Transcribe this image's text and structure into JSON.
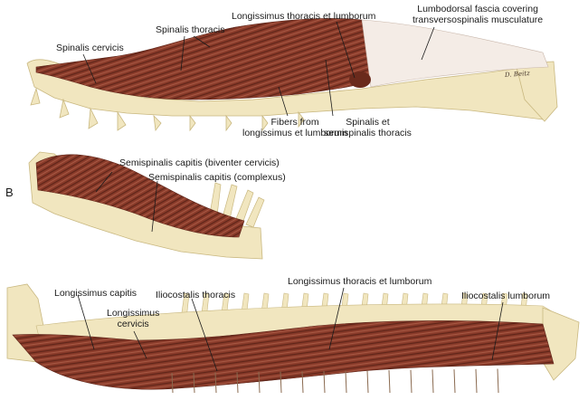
{
  "colors": {
    "muscle": "#8a3b2a",
    "muscle_dark": "#5e2418",
    "muscle_light": "#b0604a",
    "bone": "#f1e6bf",
    "bone_shade": "#d2c28e",
    "fascia": "#f4ece6",
    "leader": "#1a1a1a"
  },
  "panel_top": {
    "labels": {
      "spinalis_cervicis": "Spinalis cervicis",
      "spinalis_thoracis": "Spinalis thoracis",
      "longissimus_thoracis_lumborum": "Longissimus thoracis et lumborum",
      "lumbodorsal_fascia": [
        "Lumbodorsal fascia covering",
        "transversospinalis musculature"
      ],
      "fibers_from": [
        "Fibers from",
        "longissimus et lumborum"
      ],
      "spinalis_semispinalis": [
        "Spinalis et",
        "semispinalis thoracis"
      ]
    },
    "signature": "D. Beitz"
  },
  "panel_middle": {
    "letter": "B",
    "labels": {
      "biventer": "Semispinalis capitis (biventer cervicis)",
      "complexus": "Semispinalis capitis (complexus)"
    }
  },
  "panel_bottom": {
    "labels": {
      "longissimus_capitis": "Longissimus capitis",
      "longissimus_cervicis": [
        "Longissimus",
        "cervicis"
      ],
      "iliocostalis_thoracis": "Iliocostalis thoracis",
      "longissimus_thoracis_lumborum": "Longissimus thoracis et lumborum",
      "iliocostalis_lumborum": "Iliocostalis lumborum"
    }
  }
}
